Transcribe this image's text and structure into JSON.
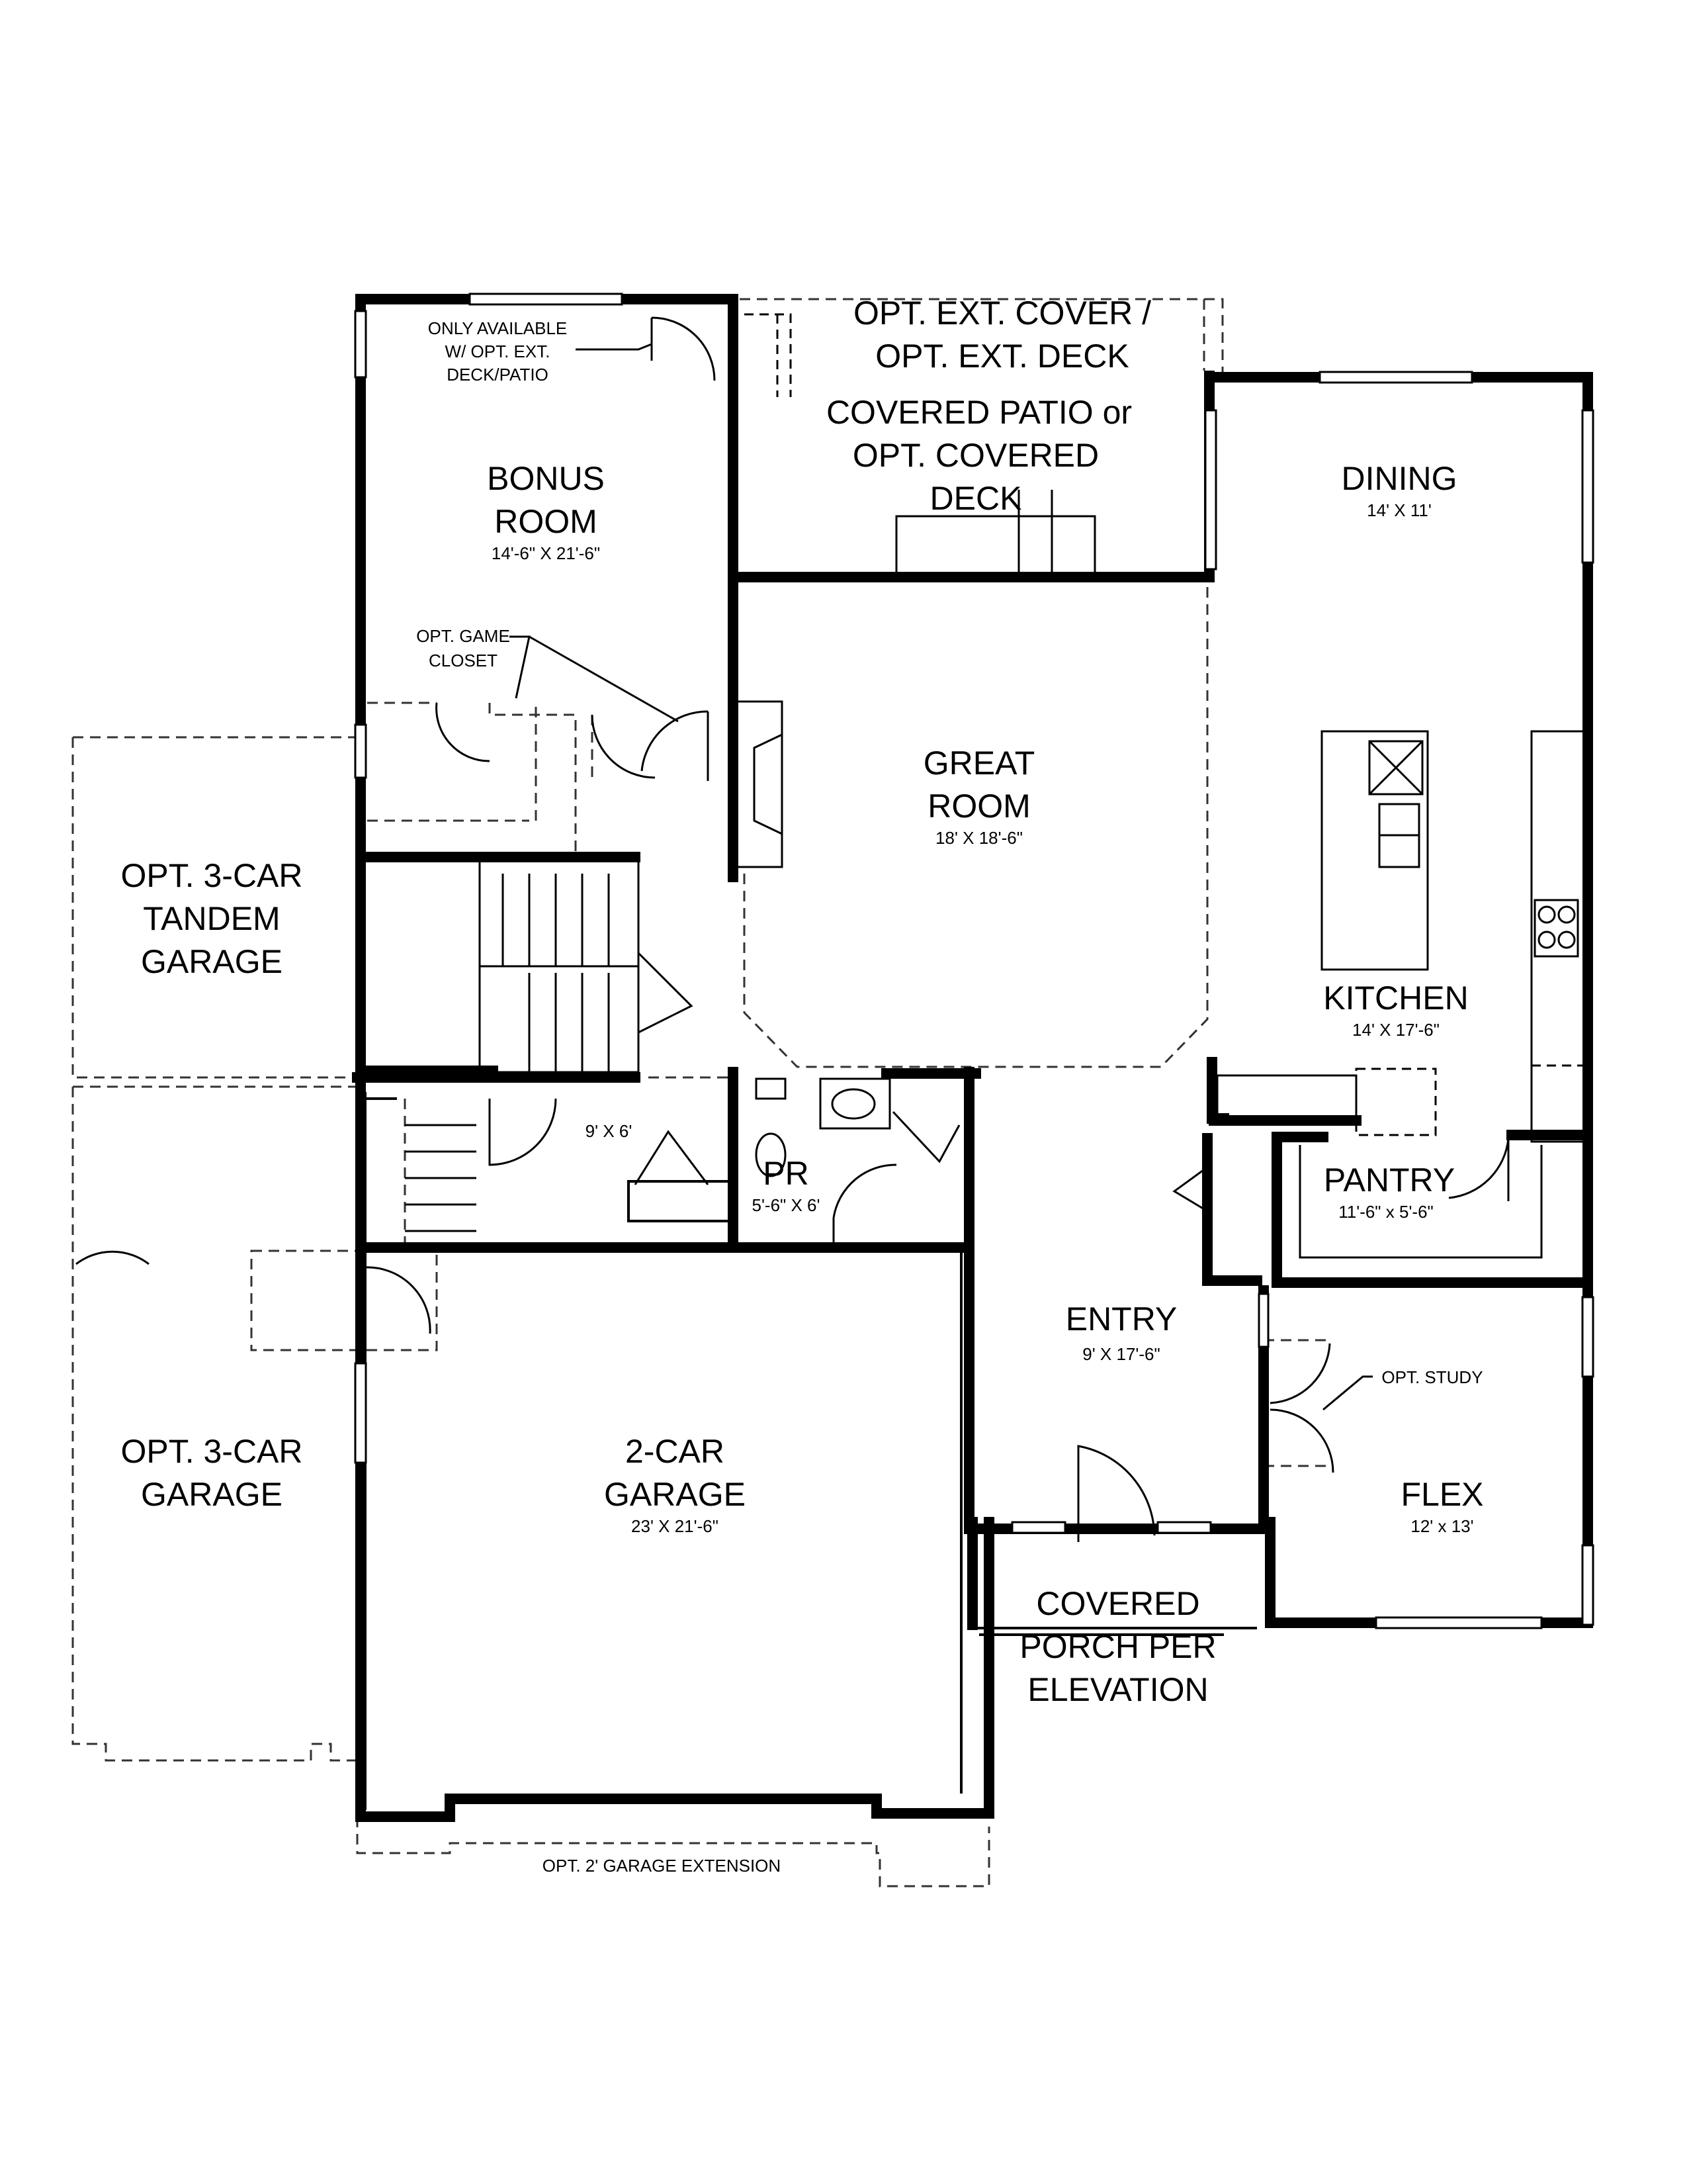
{
  "rooms": {
    "ext_cover": [
      "OPT. EXT. COVER /",
      "OPT. EXT. DECK"
    ],
    "covered_patio": [
      "COVERED PATIO  or",
      "OPT. COVERED",
      "DECK"
    ],
    "bonus_note": [
      "ONLY AVAILABLE",
      "W/ OPT. EXT.",
      "DECK/PATIO"
    ],
    "bonus_room": {
      "name": [
        "BONUS",
        "ROOM"
      ],
      "size": "14'-6\" X 21'-6\""
    },
    "dining": {
      "name": "DINING",
      "size": "14' X 11'"
    },
    "game_closet": [
      "OPT. GAME",
      "CLOSET"
    ],
    "great_room": {
      "name": [
        "GREAT",
        "ROOM"
      ],
      "size": "18' X 18'-6\""
    },
    "tandem_garage": [
      "OPT. 3-CAR",
      "TANDEM",
      "GARAGE"
    ],
    "kitchen": {
      "name": "KITCHEN",
      "size": "14' X 17'-6\""
    },
    "mud": {
      "size": "9' X 6'"
    },
    "powder": {
      "name": "PR",
      "size": "5'-6\" X 6'"
    },
    "pantry": {
      "name": "PANTRY",
      "size": "11'-6\" x 5'-6\""
    },
    "entry": {
      "name": "ENTRY",
      "size": "9' X 17'-6\""
    },
    "opt_study": "OPT. STUDY",
    "opt_3car_garage": [
      "OPT. 3-CAR",
      "GARAGE"
    ],
    "garage_2car": {
      "name": [
        "2-CAR",
        "GARAGE"
      ],
      "size": "23' X 21'-6\""
    },
    "flex": {
      "name": "FLEX",
      "size": "12' x 13'"
    },
    "covered_porch": [
      "COVERED",
      "PORCH PER",
      "ELEVATION"
    ],
    "garage_extension": "OPT. 2' GARAGE EXTENSION"
  }
}
